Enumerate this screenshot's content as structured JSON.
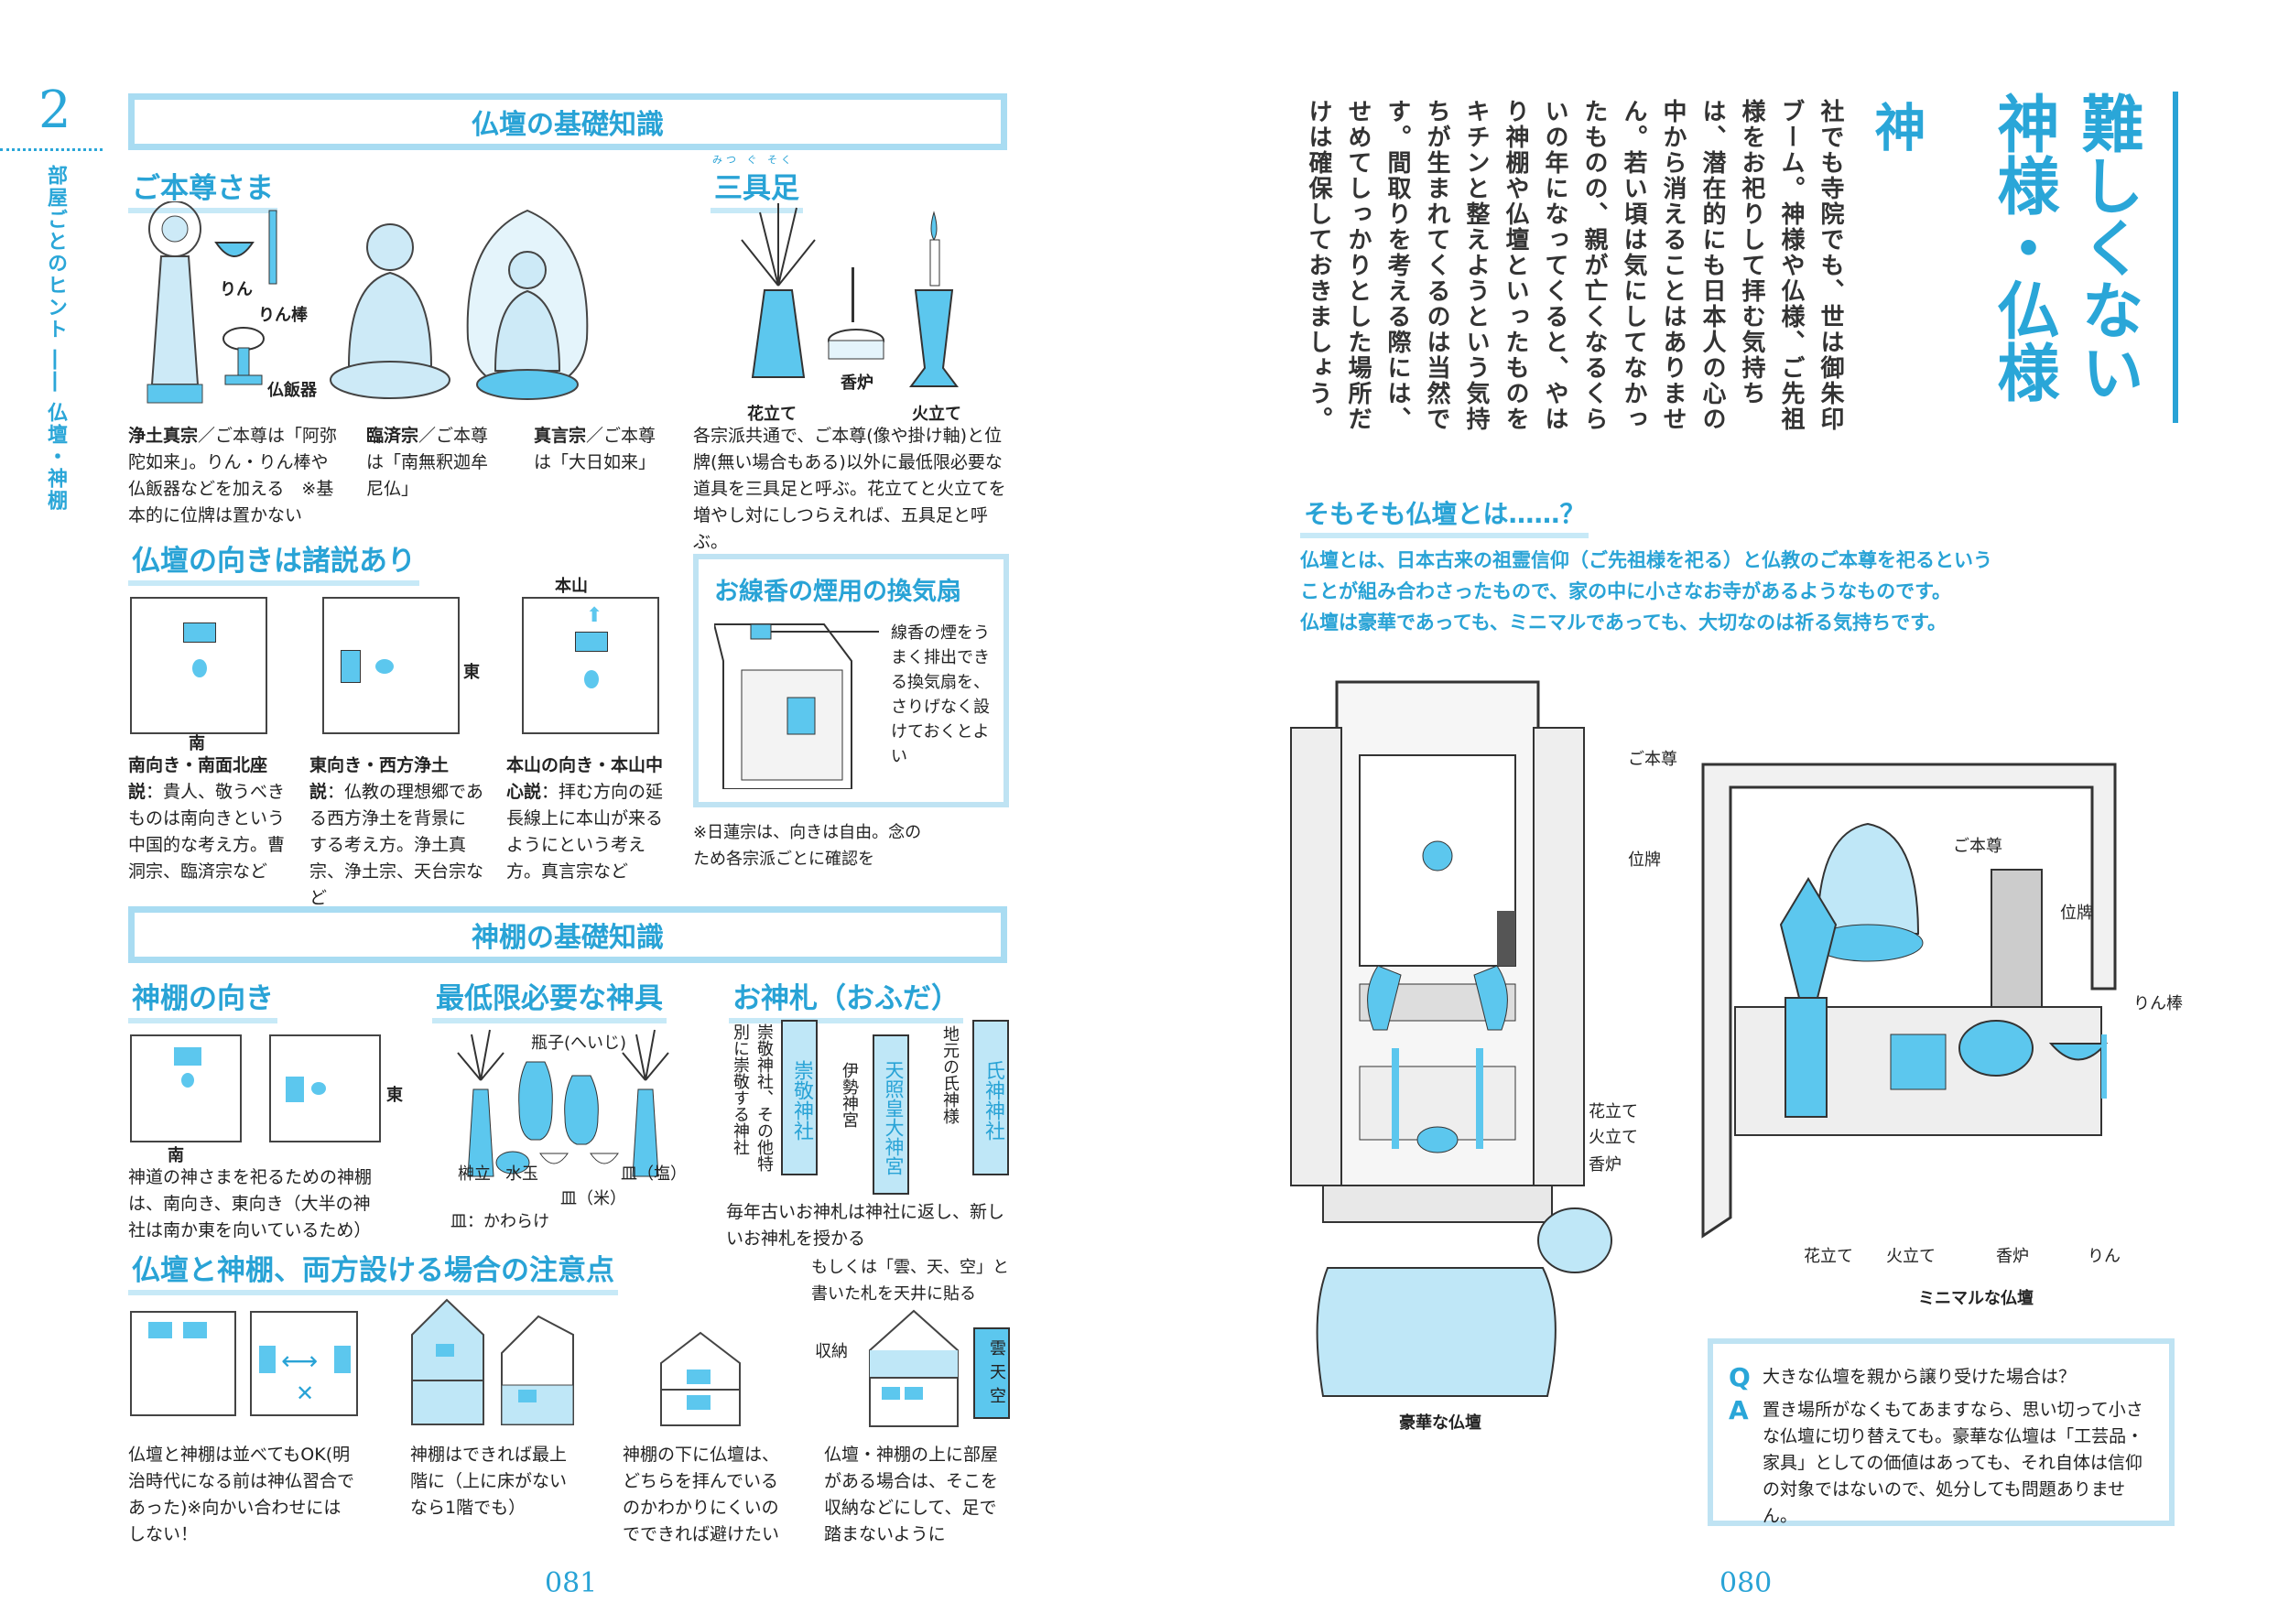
{
  "left": {
    "chapter_num": "2",
    "chapter_side": "部屋ごとのヒント ―― 仏壇・神棚",
    "sec1": "仏壇の基礎知識",
    "honzon_h": "ご本尊さま",
    "honzon_labels": {
      "rin": "りん",
      "rinbo": "りん棒",
      "buppanki": "仏飯器"
    },
    "sect_jodo": "浄土真宗",
    "sect_jodo_t": "／ご本尊は「阿弥陀如来」。りん・りん棒や仏飯器などを加える　※基本的に位牌は置かない",
    "sect_rinzai": "臨済宗",
    "sect_rinzai_t": "／ご本尊は「南無釈迦牟尼仏」",
    "sect_shingon": "真言宗",
    "sect_shingon_t": "／ご本尊は「大日如来」",
    "sangu_ruby": "みつ ぐ そく",
    "sangu_h": "三具足",
    "sangu_labels": {
      "hanatate": "花立て",
      "koro": "香炉",
      "hitate": "火立て"
    },
    "sangu_t": "各宗派共通で、ご本尊(像や掛け軸)と位牌(無い場合もある)以外に最低限必要な道具を三具足と呼ぶ。花立てと火立てを増やし対にしつらえれば、五具足と呼ぶ。",
    "muki_h": "仏壇の向きは諸説あり",
    "dir_south": "南",
    "dir_east": "東",
    "dir_honzan": "本山",
    "muki1_b": "南向き・南面北座説",
    "muki1_t": "：貴人、敬うべきものは南向きという中国的な考え方。曹洞宗、臨済宗など",
    "muki2_b": "東向き・西方浄土説",
    "muki2_t": "：仏教の理想郷である西方浄土を背景にする考え方。浄土真宗、浄土宗、天台宗など",
    "muki3_b": "本山の向き・本山中心説",
    "muki3_t": "：拝む方向の延長線上に本山が来るようにという考え方。真言宗など",
    "fan_h": "お線香の煙用の換気扇",
    "fan_t": "線香の煙をうまく排出できる換気扇を、さりげなく設けておくとよい",
    "nichiren": "※日蓮宗は、向きは自由。念のため各宗派ごとに確認を",
    "sec2": "神棚の基礎知識",
    "kmuki_h": "神棚の向き",
    "kmuki_t": "神道の神さまを祀るための神棚は、南向き、東向き（大半の神社は南か東を向いているため）",
    "shingu_h": "最低限必要な神具",
    "shingu_labels": {
      "heishi": "瓶子(へいじ)",
      "sakaki": "榊立",
      "mizutama": "水玉",
      "shio": "皿（塩）",
      "kome": "皿（米）",
      "kawarake": "皿：かわらけ"
    },
    "ofuda_h": "お神札（おふだ）",
    "ofuda_cols": [
      "崇敬神社、その他特別に崇敬する神社",
      "伊勢神宮",
      "地元の氏神様"
    ],
    "ofuda_tags": [
      "崇敬神社",
      "天照皇大神宮",
      "氏神神社"
    ],
    "ofuda_t": "毎年古いお神札は神社に返し、新しいお神札を授かる",
    "both_h": "仏壇と神棚、両方設ける場合の注意点",
    "kumo_t": "もしくは「雲、天、空」と書いた札を天井に貼る",
    "kumo_tag": "雲天空",
    "shuno": "収納",
    "both1": "仏壇と神棚は並べてもOK(明治時代になる前は神仏習合であった)※向かい合わせにはしない！",
    "both2": "神棚はできれば最上階に（上に床がないなら1階でも）",
    "both3": "神棚の下に仏壇は、どちらを拝んでいるのかわかりにくいのでできれば避けたい",
    "both4": "仏壇・神棚の上に部屋がある場合は、そこを収納などにして、足で踏まないように",
    "page": "081"
  },
  "right": {
    "title": "難しくない神様・仏様",
    "drop": "神",
    "body": "社でも寺院でも、世は御朱印ブーム。神様や仏様、ご先祖様をお祀りして拝む気持ちは、潜在的にも日本人の心の中から消えることはありません。若い頃は気にしてなかったものの、親が亡くなるくらいの年になってくると、やはり神棚や仏壇といったものをキチンと整えようという気持ちが生まれてくるのは当然です。間取りを考える際には、せめてしっかりとした場所だけは確保しておきましょう。",
    "sub_h": "そもそも仏壇とは……？",
    "sub_lines": [
      "仏壇とは、日本古来の祖霊信仰（ご先祖様を祀る）と仏教のご本尊を祀るという",
      "ことが組み合わさったもので、家の中に小さなお寺があるようなものです。",
      "仏壇は豪華であっても、ミニマルであっても、大切なのは祈る気持ちです。"
    ],
    "big_labels": {
      "honzon": "ご本尊",
      "ihai": "位牌",
      "hanatate": "花立て",
      "hitate": "火立て",
      "koro": "香炉"
    },
    "big_cap": "豪華な仏壇",
    "min_labels": {
      "honzon": "ご本尊",
      "ihai": "位牌",
      "rinbo": "りん棒",
      "hanatate": "花立て",
      "hitate": "火立て",
      "koro": "香炉",
      "rin": "りん"
    },
    "min_cap": "ミニマルな仏壇",
    "q": "大きな仏壇を親から譲り受けた場合は？",
    "a": "置き場所がなくもてあますなら、思い切って小さな仏壇に切り替えても。豪華な仏壇は「工芸品・家具」としての価値はあっても、それ自体は信仰の対象ではないので、処分しても問題ありません。",
    "page": "080"
  }
}
